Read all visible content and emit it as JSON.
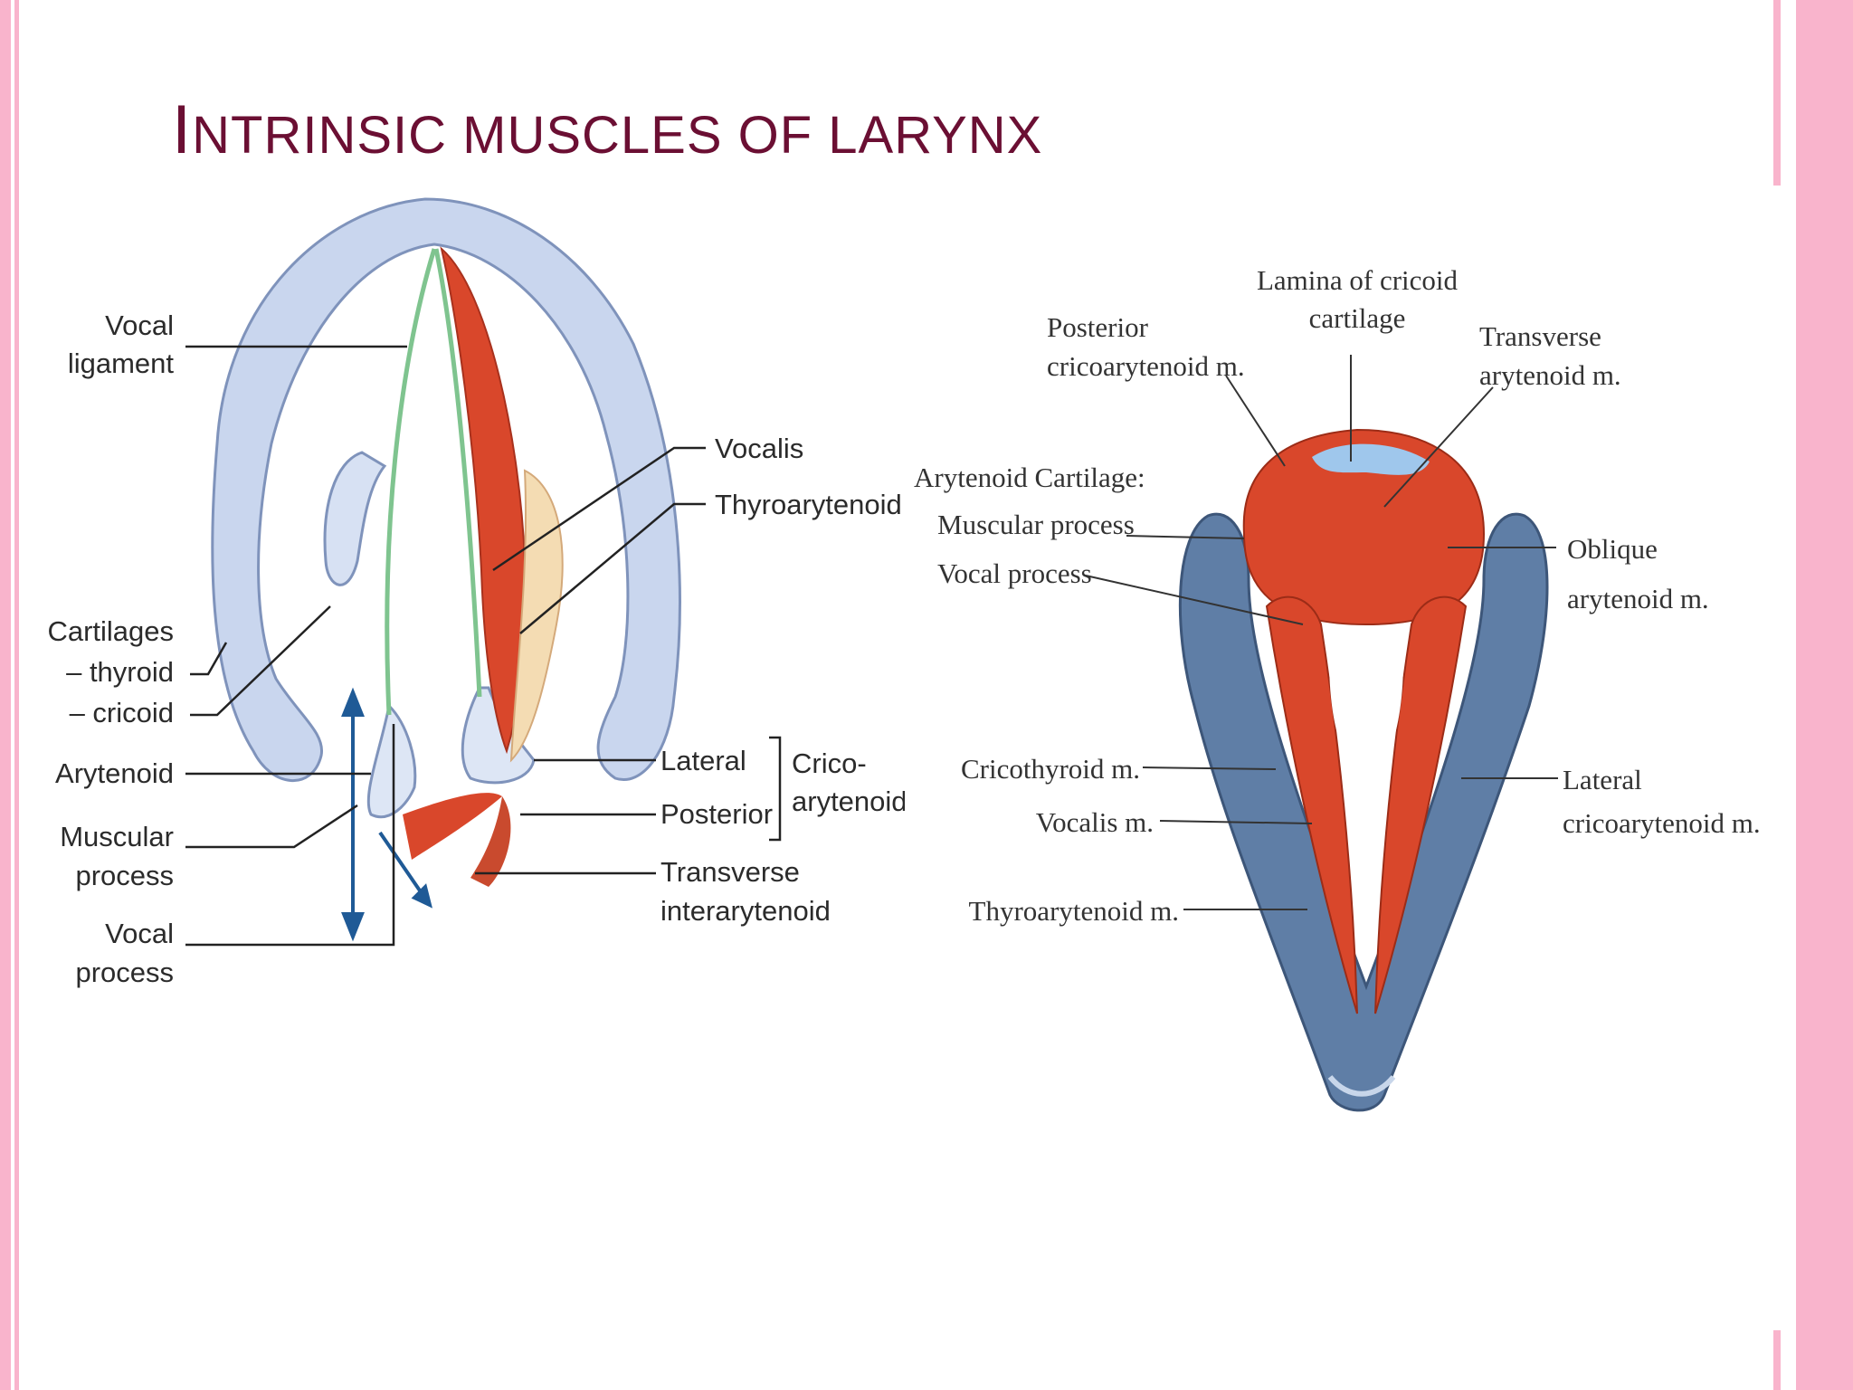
{
  "slide": {
    "title_first": "I",
    "title_rest": "NTRINSIC MUSCLES OF LARYNX"
  },
  "left_diagram": {
    "labels": {
      "vocal_ligament_1": "Vocal",
      "vocal_ligament_2": "ligament",
      "vocalis": "Vocalis",
      "thyroarytenoid": "Thyroarytenoid",
      "cartilages": "Cartilages",
      "thyroid": "– thyroid",
      "cricoid": "– cricoid",
      "arytenoid": "Arytenoid",
      "muscular_1": "Muscular",
      "muscular_2": "process",
      "vocal_process_1": "Vocal",
      "vocal_process_2": "process",
      "lateral": "Lateral",
      "posterior": "Posterior",
      "crico_1": "Crico-",
      "crico_2": "arytenoid",
      "transverse_1": "Transverse",
      "transverse_2": "interarytenoid"
    }
  },
  "right_diagram": {
    "labels": {
      "lamina_1": "Lamina of cricoid",
      "lamina_2": "cartilage",
      "posterior_crico_1": "Posterior",
      "posterior_crico_2": "cricoarytenoid m.",
      "transverse_ary_1": "Transverse",
      "transverse_ary_2": "arytenoid m.",
      "arytenoid_cartilage": "Arytenoid Cartilage:",
      "muscular_process": "Muscular process",
      "vocal_process": "Vocal process",
      "oblique_1": "Oblique",
      "oblique_2": "arytenoid m.",
      "cricothyroid": "Cricothyroid m.",
      "vocalis_m": "Vocalis m.",
      "thyroarytenoid_m": "Thyroarytenoid m.",
      "lateral_crico_1": "Lateral",
      "lateral_crico_2": "cricoarytenoid m."
    }
  },
  "colors": {
    "title": "#6b0f33",
    "frame_pink": "#f9b4cc",
    "cartilage_blue": "#c9d6ee",
    "muscle_red": "#d9472b",
    "ligament_green": "#7fc48f",
    "arrow_blue": "#1f5a96",
    "right_cartilage": "#5f7ea6"
  }
}
